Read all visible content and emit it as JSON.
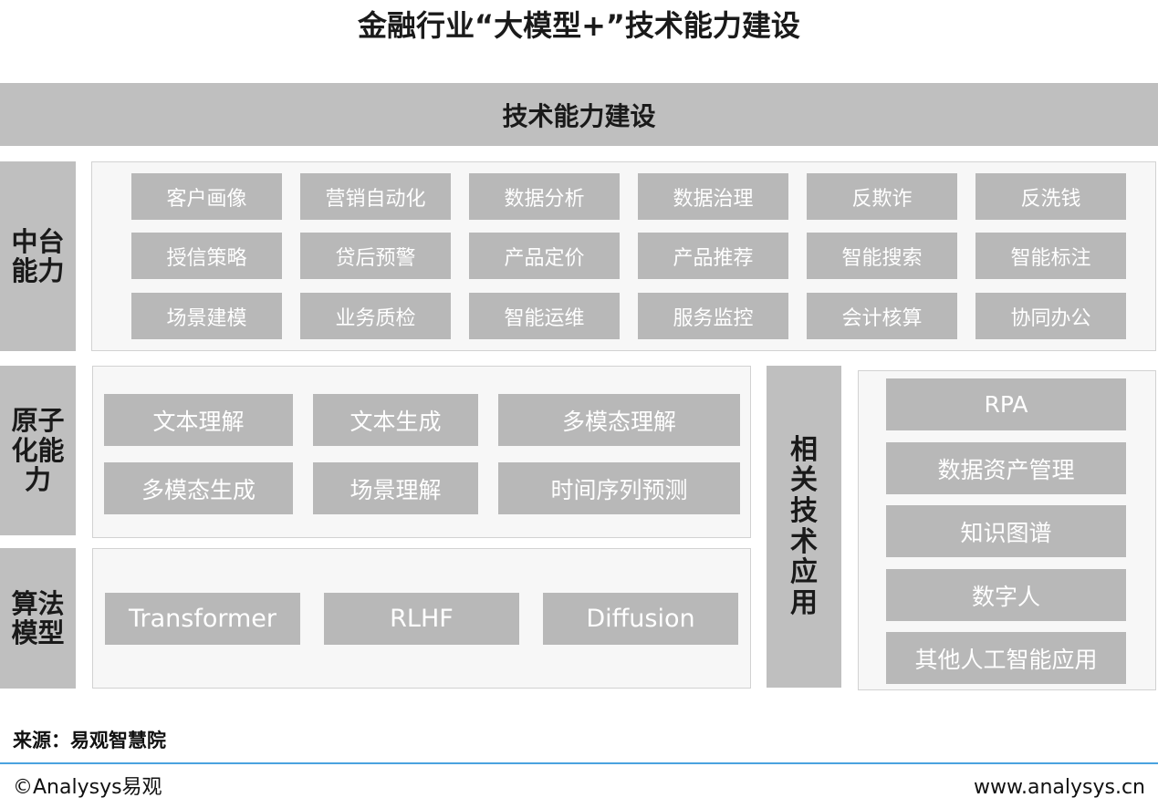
{
  "title": "金融行业“大模型+”技术能力建设",
  "top_band": "技术能力建设",
  "middle_platform": {
    "label": "中台能力",
    "items": [
      "客户画像",
      "营销自动化",
      "数据分析",
      "数据治理",
      "反欺诈",
      "反洗钱",
      "授信策略",
      "贷后预警",
      "产品定价",
      "产品推荐",
      "智能搜索",
      "智能标注",
      "场景建模",
      "业务质检",
      "智能运维",
      "服务监控",
      "会计核算",
      "协同办公"
    ]
  },
  "atomic": {
    "label": "原子化能力",
    "items": [
      "文本理解",
      "文本生成",
      "多模态理解",
      "多模态生成",
      "场景理解",
      "时间序列预测"
    ]
  },
  "algorithm": {
    "label": "算法模型",
    "items": [
      "Transformer",
      "RLHF",
      "Diffusion"
    ]
  },
  "related": {
    "label": "相关技术应用",
    "items": [
      "RPA",
      "数据资产管理",
      "知识图谱",
      "数字人",
      "其他人工智能应用"
    ]
  },
  "footer": {
    "source": "来源：易观智慧院",
    "brand": "©Analysys易观",
    "site": "www.analysys.cn"
  },
  "colors": {
    "band_gray": "#bfbfbf",
    "chip_gray": "#b8b8b8",
    "divider_blue": "#4aa3df"
  }
}
